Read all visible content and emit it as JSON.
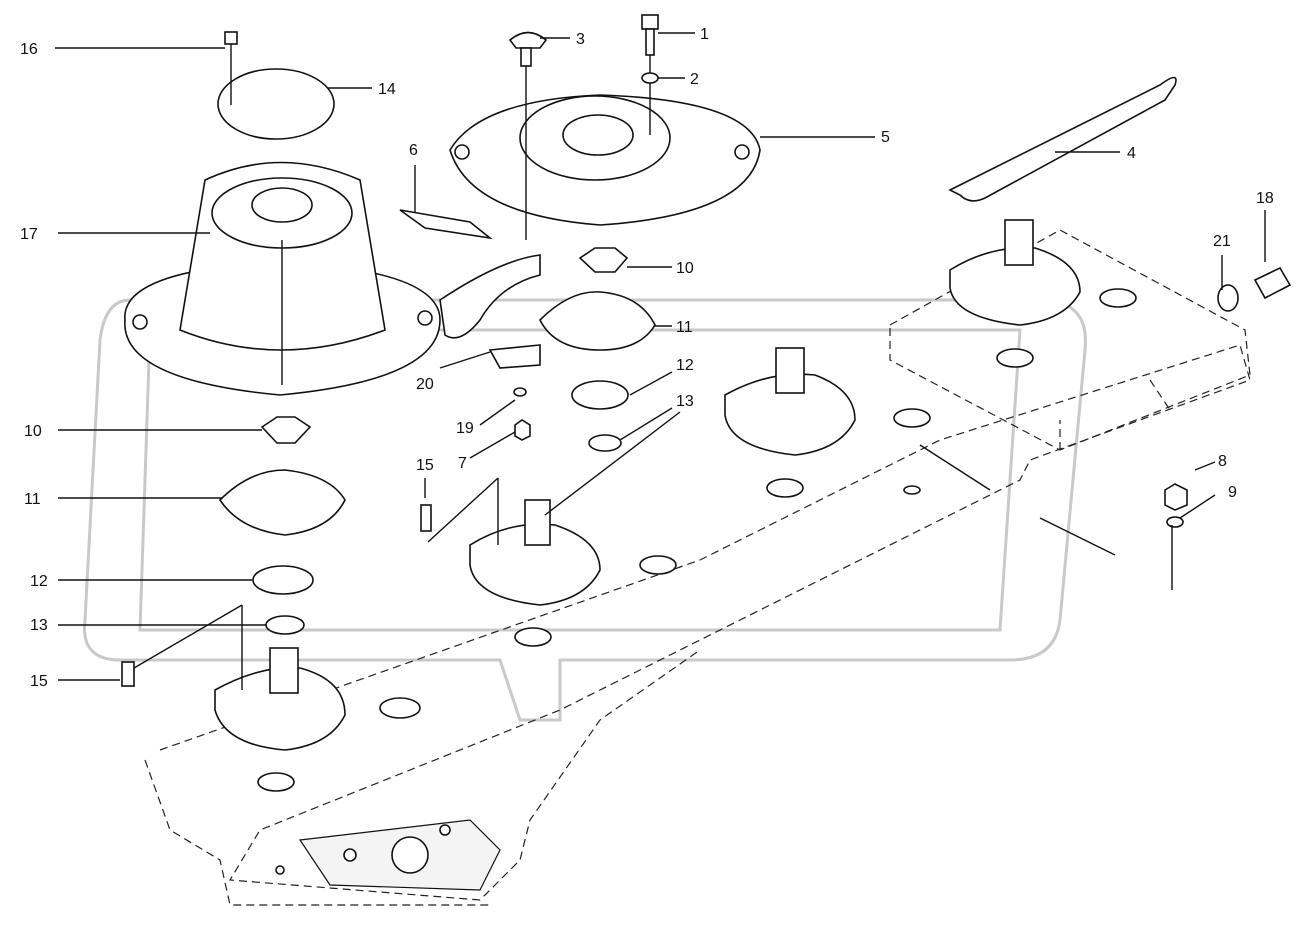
{
  "diagram": {
    "callouts": [
      {
        "id": "c1",
        "label": "1"
      },
      {
        "id": "c2",
        "label": "2"
      },
      {
        "id": "c3",
        "label": "3"
      },
      {
        "id": "c4",
        "label": "4"
      },
      {
        "id": "c5",
        "label": "5"
      },
      {
        "id": "c6",
        "label": "6"
      },
      {
        "id": "c7",
        "label": "7"
      },
      {
        "id": "c8",
        "label": "8"
      },
      {
        "id": "c9",
        "label": "9"
      },
      {
        "id": "c10a",
        "label": "10"
      },
      {
        "id": "c10b",
        "label": "10"
      },
      {
        "id": "c11a",
        "label": "11"
      },
      {
        "id": "c11b",
        "label": "11"
      },
      {
        "id": "c12a",
        "label": "12"
      },
      {
        "id": "c12b",
        "label": "12"
      },
      {
        "id": "c13a",
        "label": "13"
      },
      {
        "id": "c13b",
        "label": "13"
      },
      {
        "id": "c14",
        "label": "14"
      },
      {
        "id": "c15a",
        "label": "15"
      },
      {
        "id": "c15b",
        "label": "15"
      },
      {
        "id": "c16",
        "label": "16"
      },
      {
        "id": "c17",
        "label": "17"
      },
      {
        "id": "c18",
        "label": "18"
      },
      {
        "id": "c19",
        "label": "19"
      },
      {
        "id": "c20",
        "label": "20"
      },
      {
        "id": "c21",
        "label": "21"
      }
    ]
  }
}
